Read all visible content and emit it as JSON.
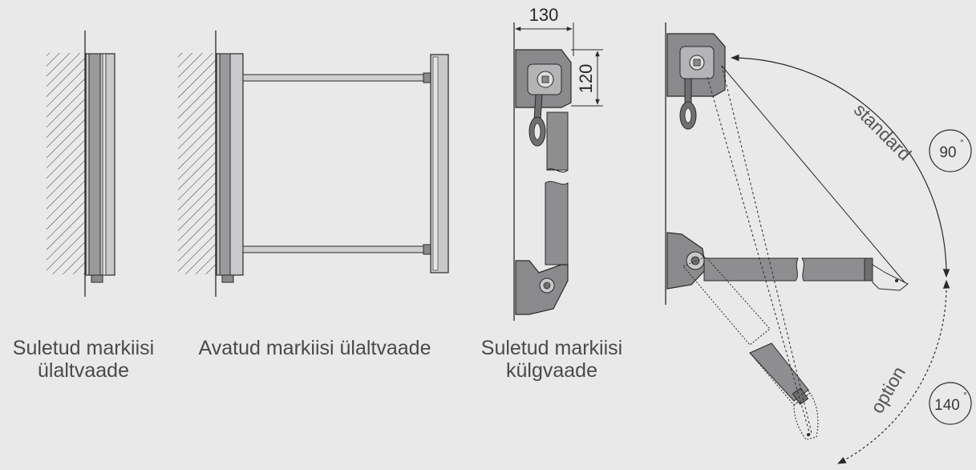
{
  "colors": {
    "background": "#e9e9ea",
    "metal_dark": "#7a7a7c",
    "metal_mid": "#9a9a9c",
    "metal_light": "#c9c9cb",
    "outline": "#2a2a2a"
  },
  "captions": {
    "closed_top": {
      "line1": "Suletud markiisi",
      "line2": "ülaltvaade"
    },
    "open_top": {
      "line1": "Avatud markiisi ülaltvaade"
    },
    "closed_side": {
      "line1": "Suletud markiisi",
      "line2": "külgvaade"
    }
  },
  "dimensions": {
    "width": "130",
    "height": "120"
  },
  "arcs": {
    "standard": {
      "label": "standard",
      "angle": "90",
      "unit": "°"
    },
    "option": {
      "label": "option",
      "angle": "140",
      "unit": "°"
    }
  }
}
